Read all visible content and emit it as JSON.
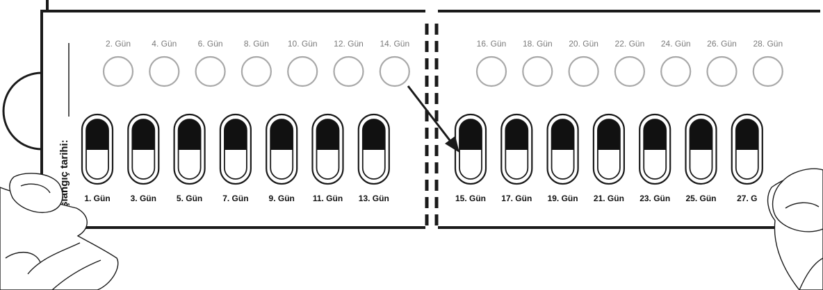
{
  "start_date_label": "Başlangıç tarihi:",
  "even_days": [
    "2. Gün",
    "4. Gün",
    "6. Gün",
    "8. Gün",
    "10. Gün",
    "12. Gün",
    "14. Gün",
    "16. Gün",
    "18. Gün",
    "20. Gün",
    "22. Gün",
    "24. Gün",
    "26. Gün",
    "28. Gün"
  ],
  "odd_days": [
    "1. Gün",
    "3. Gün",
    "5. Gün",
    "7. Gün",
    "9. Gün",
    "11. Gün",
    "13. Gün",
    "15. Gün",
    "17. Gün",
    "19. Gün",
    "21. Gün",
    "23. Gün",
    "25. Gün",
    "27. G"
  ],
  "colors": {
    "outline": "#1a1a1a",
    "circle": "#a8a8a8",
    "even_text": "#7a7a7a",
    "odd_text": "#111111"
  }
}
